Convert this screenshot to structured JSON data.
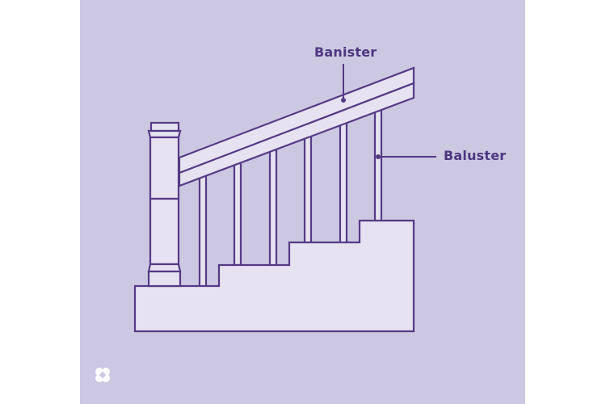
{
  "diagram": {
    "title": "Staircase railing anatomy",
    "labels": {
      "banister": "Banister",
      "baluster": "Baluster"
    },
    "colors": {
      "background_panel": "#cdc8e2",
      "page_margin": "#ffffff",
      "line": "#553a86",
      "fill": "#e6e2f1",
      "label_text": "#4e3680",
      "logo": "#ffffff"
    },
    "components": [
      "newel-post",
      "banister",
      "balusters",
      "stairs"
    ],
    "baluster_count": 6,
    "step_count": 4
  }
}
